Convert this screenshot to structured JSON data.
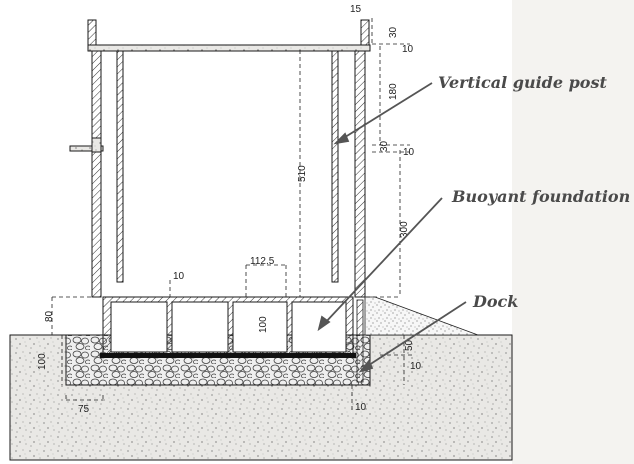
{
  "callouts": {
    "guide_post": "Vertical guide post",
    "foundation": "Buoyant foundation",
    "dock": "Dock"
  },
  "dimensions": {
    "top_width": "15",
    "top_height": "30",
    "slab_thickness": "10",
    "upper_height": "180",
    "mid_gap": "30",
    "mid_slab": "10",
    "lower_height": "300",
    "total_height": "510",
    "cell_width": "112.5",
    "wall_thickness": "10",
    "cell_height": "100",
    "left_offset": "80",
    "base_depth": "100",
    "base_width": "75",
    "dock_depth": "50",
    "dock_slab": "10",
    "post_width": "10"
  },
  "colors": {
    "line": "#1a1a1a",
    "hatch": "#333333",
    "callout_text": "#4a4a4a",
    "leader": "#555555",
    "background": "#f4f3f0"
  }
}
